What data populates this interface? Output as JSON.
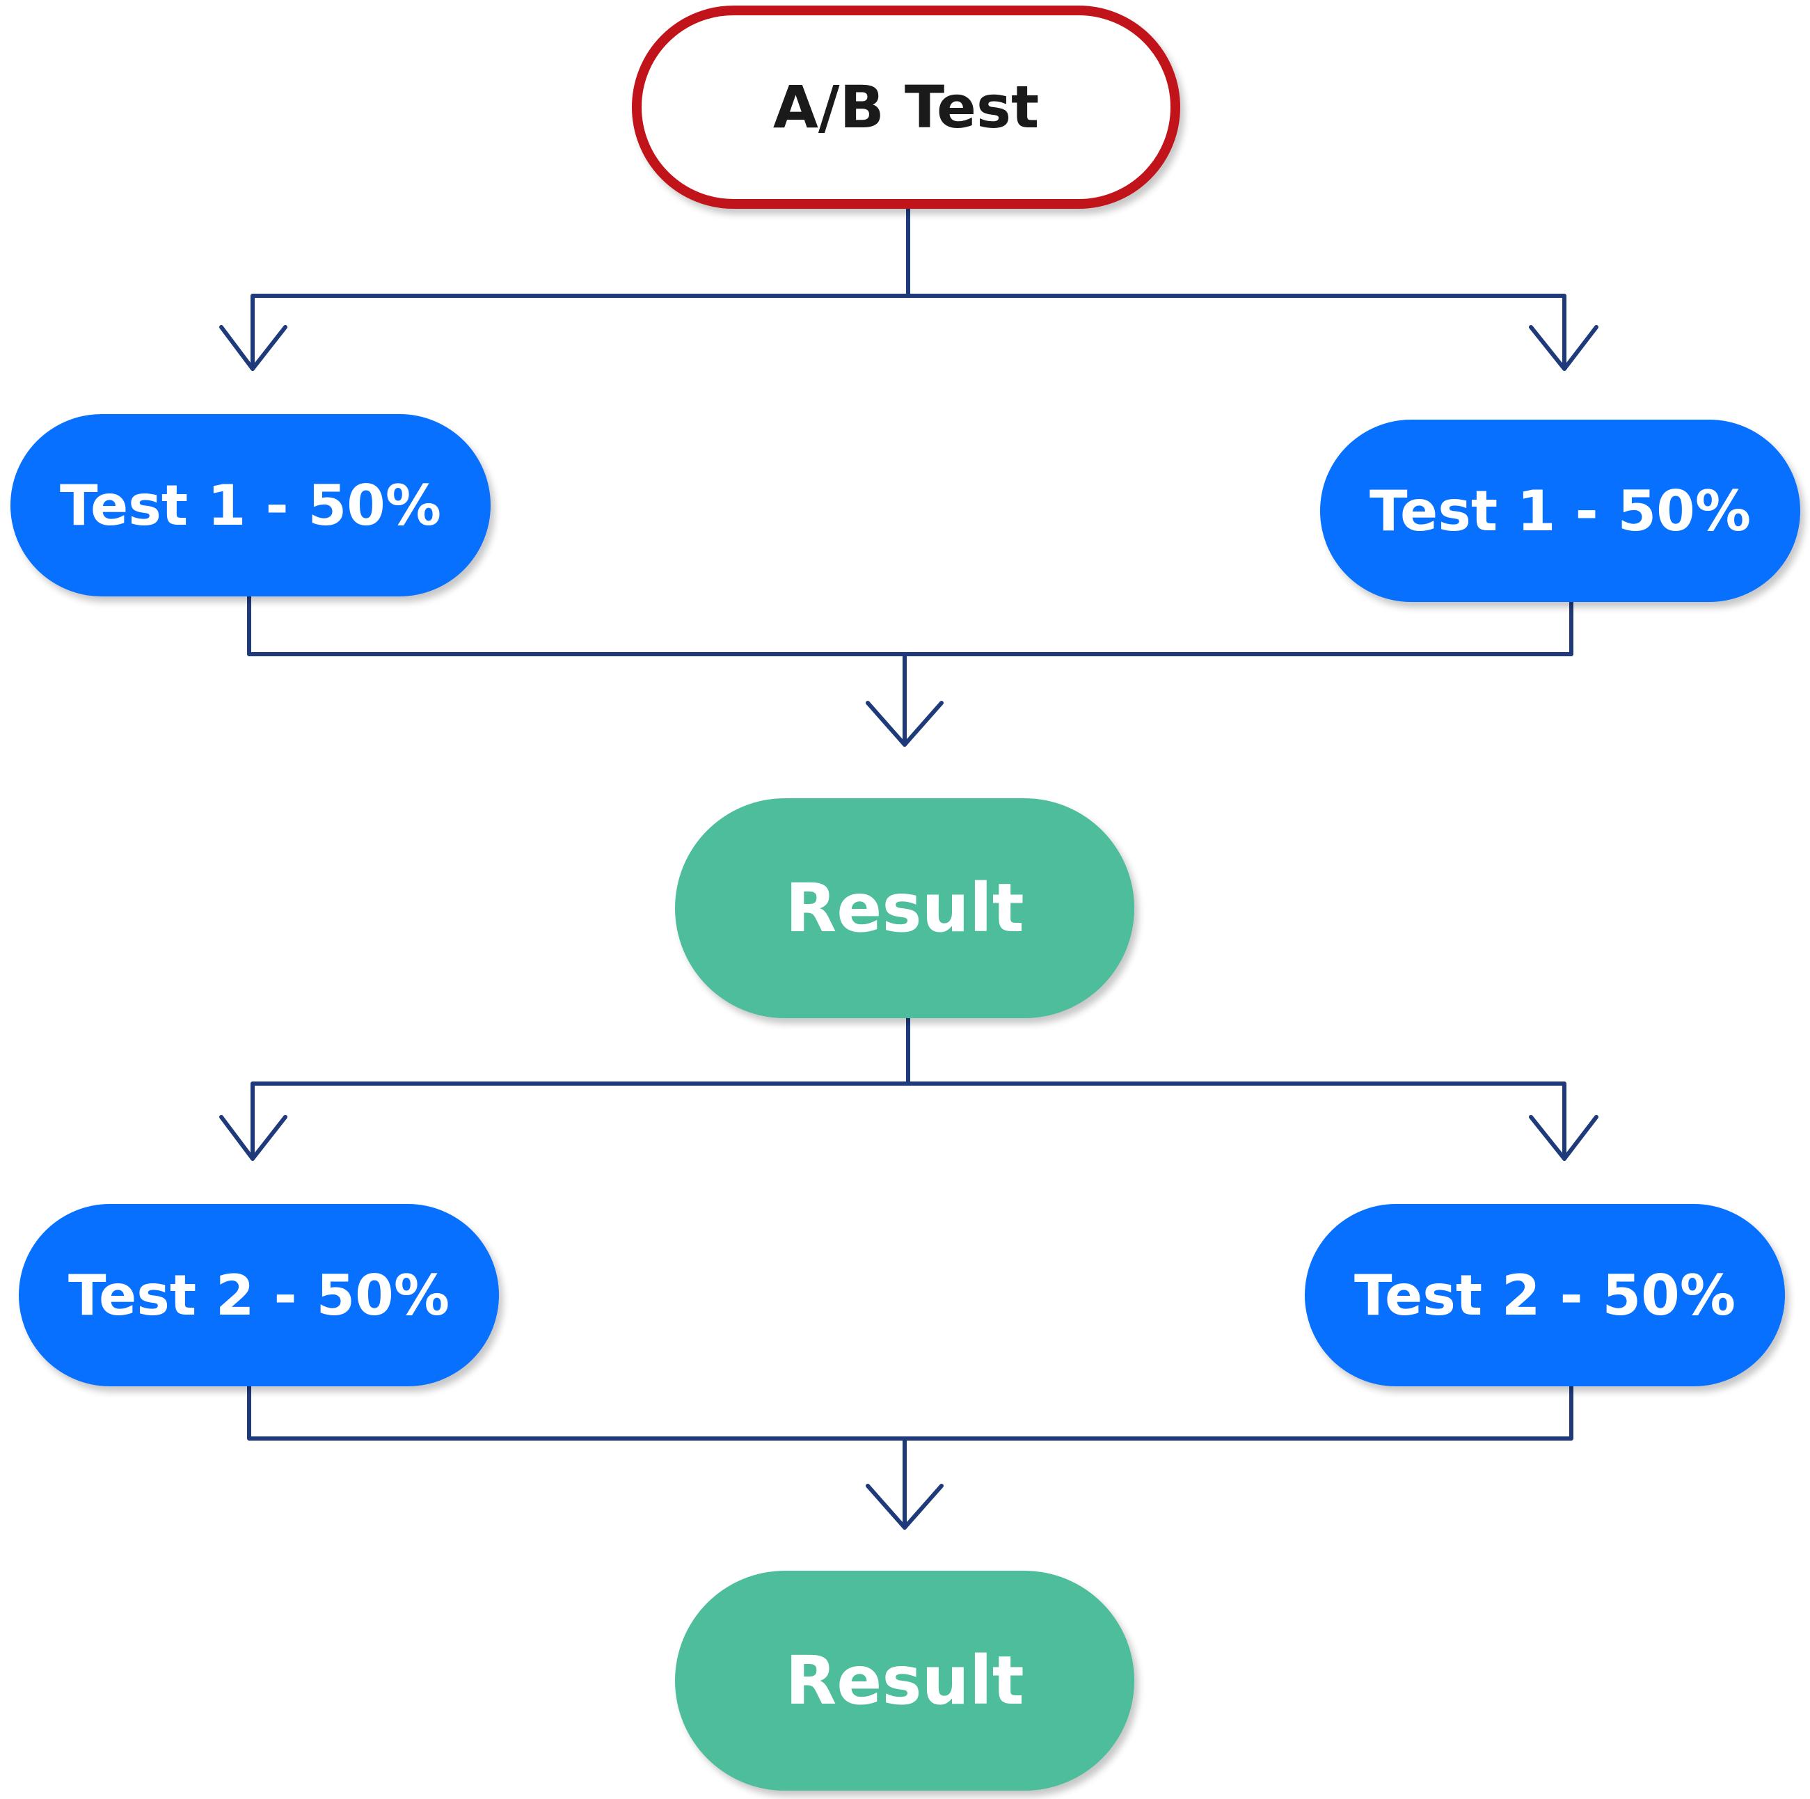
{
  "nodes": {
    "start": {
      "label": "A/B Test",
      "border_color": "#c0141a"
    },
    "test1_left": {
      "label": "Test 1 - 50%",
      "color": "#0770ff"
    },
    "test1_right": {
      "label": "Test 1 - 50%",
      "color": "#0770ff"
    },
    "result1": {
      "label": "Result",
      "color": "#4dbd9b"
    },
    "test2_left": {
      "label": "Test 2 - 50%",
      "color": "#0770ff"
    },
    "test2_right": {
      "label": "Test 2 - 50%",
      "color": "#0770ff"
    },
    "result2": {
      "label": "Result",
      "color": "#4dbd9b"
    }
  },
  "connector_color": "#1f3a7a"
}
